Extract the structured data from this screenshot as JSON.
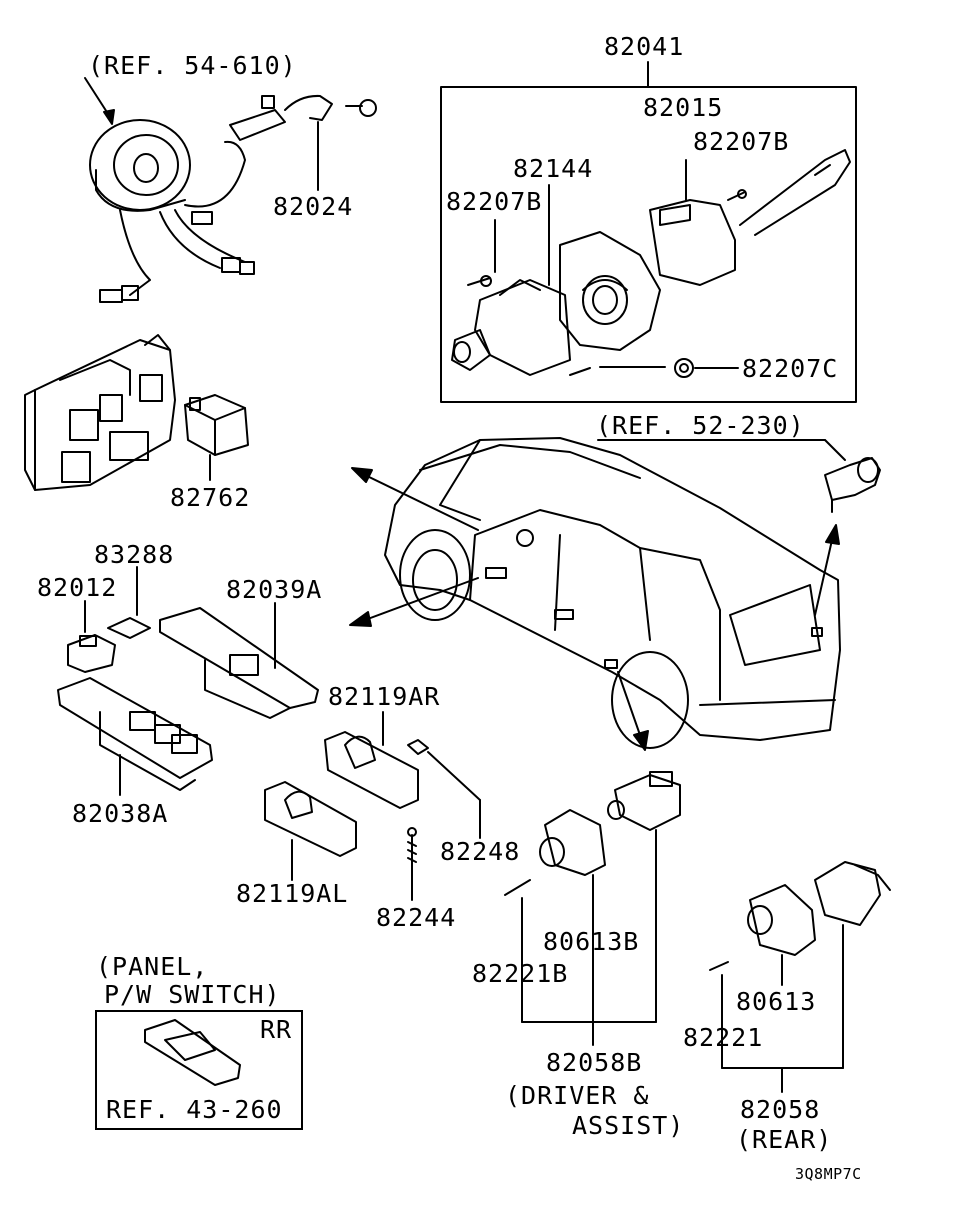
{
  "diagram": {
    "labels": {
      "ref_54_610": "(REF. 54-610)",
      "p82024": "82024",
      "p82041": "82041",
      "p82015": "82015",
      "p82207B_top": "82207B",
      "p82144": "82144",
      "p82207B_left": "82207B",
      "p82207C": "82207C",
      "p82762": "82762",
      "ref_52_230": "(REF. 52-230)",
      "p83288": "83288",
      "p82012": "82012",
      "p82039A": "82039A",
      "p82038A": "82038A",
      "p82119AR": "82119AR",
      "p82248": "82248",
      "p82119AL": "82119AL",
      "p82244": "82244",
      "p80613B": "80613B",
      "p82221B": "82221B",
      "p82058B": "82058B",
      "driver_assist_1": "(DRIVER &",
      "driver_assist_2": "ASSIST)",
      "p80613": "80613",
      "p82221": "82221",
      "p82058": "82058",
      "rear": "(REAR)",
      "panel_1": "(PANEL,",
      "panel_2": "P/W SWITCH)",
      "rr": "RR",
      "ref_43_260": "REF. 43-260",
      "code": "3Q8MP7C"
    }
  }
}
